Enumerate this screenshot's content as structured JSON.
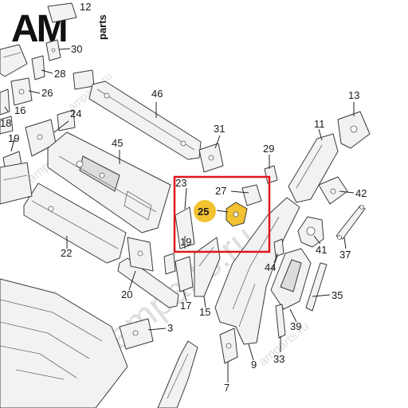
{
  "brand": {
    "logo_text": "AM",
    "logo_sub": "parts"
  },
  "watermarks": [
    "amparts.ru",
    "amparts.ru",
    "amparts.ru",
    "amparts.ru"
  ],
  "highlight": {
    "color": "#e0161c",
    "selected_part": "25",
    "selected_fill": "#f2c230"
  },
  "callouts": {
    "c3": "3",
    "c7": "7",
    "c9": "9",
    "c11": "11",
    "c12": "12",
    "c13": "13",
    "c15": "15",
    "c16": "16",
    "c17": "17",
    "c18": "18",
    "c19a": "19",
    "c19b": "19",
    "c20": "20",
    "c22": "22",
    "c23": "23",
    "c24": "24",
    "c25": "25",
    "c26": "26",
    "c27": "27",
    "c28": "28",
    "c29": "29",
    "c30": "30",
    "c31": "31",
    "c33": "33",
    "c35": "35",
    "c37": "37",
    "c39": "39",
    "c41": "41",
    "c42": "42",
    "c44": "44",
    "c45": "45",
    "c46": "46"
  }
}
